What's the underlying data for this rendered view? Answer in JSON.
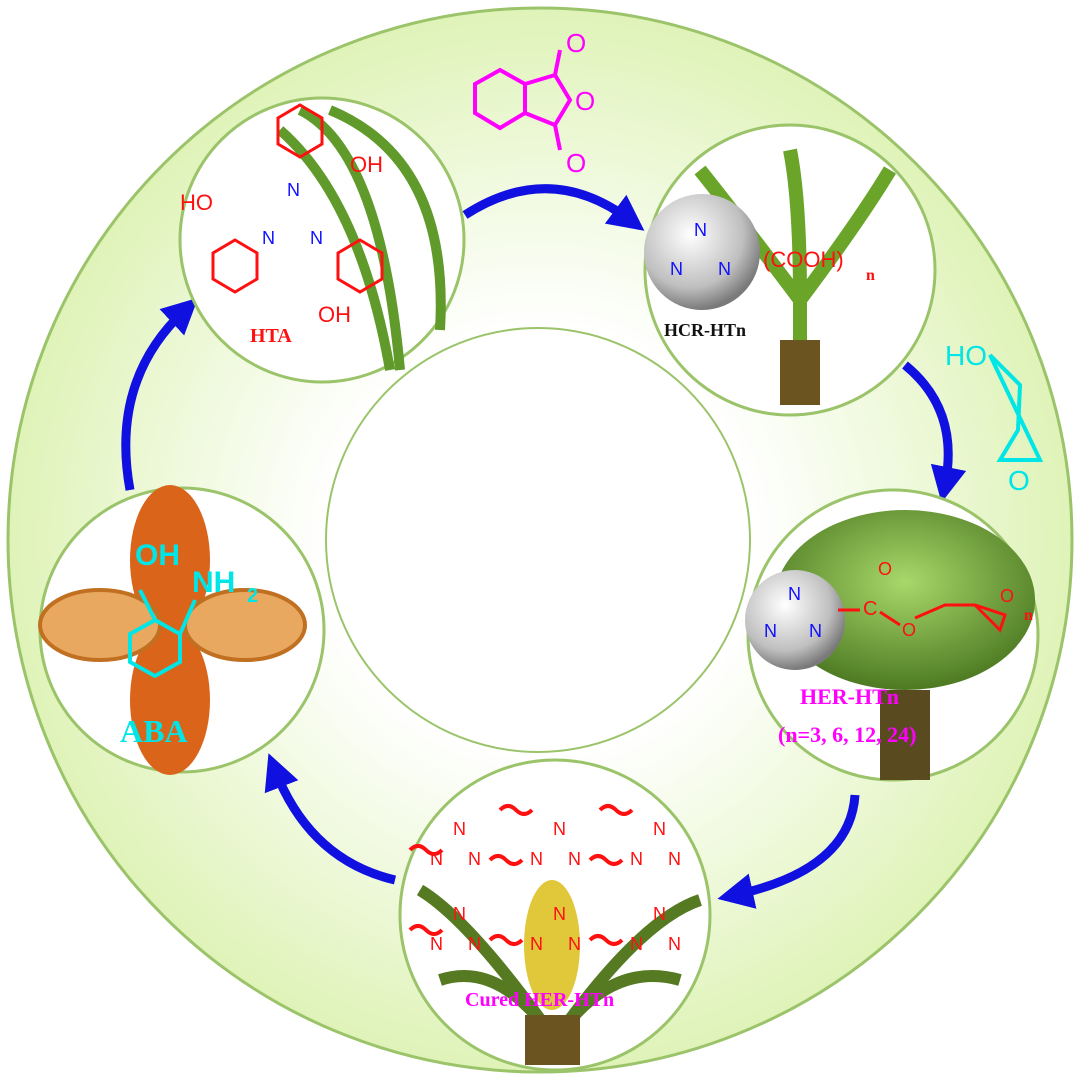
{
  "colors": {
    "ring_fill": "#e4f5c4",
    "ring_stroke": "#9bc46a",
    "arrow": "#1010e0",
    "red": "#ff1010",
    "blue": "#1010ff",
    "magenta": "#ff00ff",
    "cyan": "#00e5e5"
  },
  "nodes": {
    "hta": {
      "label": "HTA",
      "oh1": "OH",
      "oh2": "HO",
      "oh3": "OH",
      "n": "N"
    },
    "hcr": {
      "label": "HCR-HTn",
      "group": "(COOH)",
      "sub": "n",
      "n": "N"
    },
    "her": {
      "label": "HER-HTn",
      "values": "(n=3, 6, 12, 24)",
      "c": "C",
      "o": "O",
      "sub": "n",
      "n": "N"
    },
    "cured": {
      "label": "Cured HER-HTn",
      "n": "N"
    },
    "aba": {
      "label": "ABA",
      "oh": "OH",
      "nh2": "NH",
      "nh2_sub": "2"
    }
  },
  "reagents": {
    "phthalic_anhydride": {
      "o": "O"
    },
    "glycidol": {
      "ho": "HO",
      "o": "O"
    }
  }
}
